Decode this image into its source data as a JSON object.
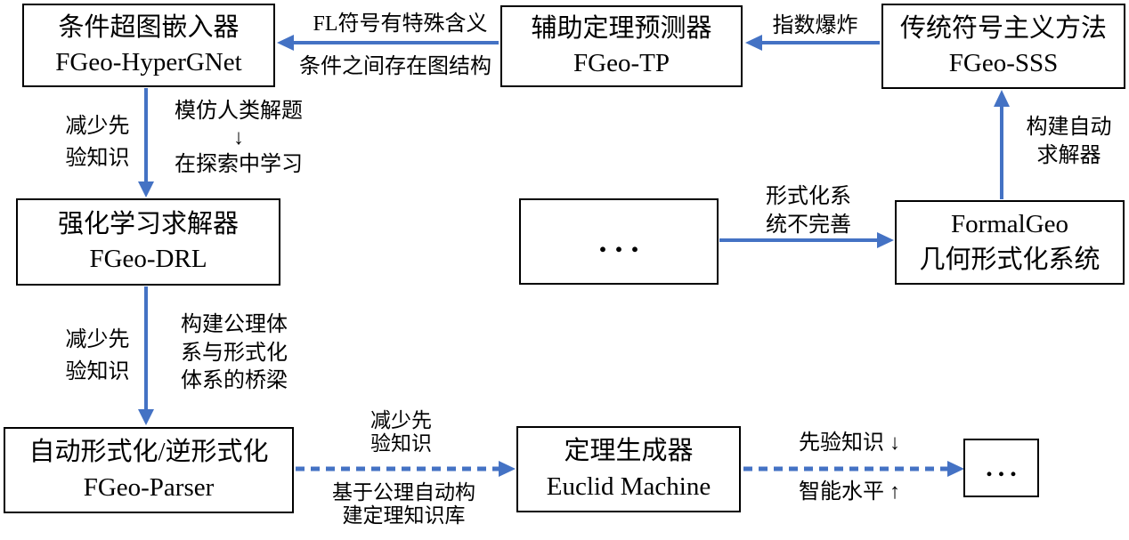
{
  "figure": {
    "accent_blue": "#4472C4",
    "box_border": "#000000"
  },
  "boxes": {
    "hypergnet": {
      "line1": "条件超图嵌入器",
      "line2": "FGeo-HyperGNet"
    },
    "tp": {
      "line1": "辅助定理预测器",
      "line2": "FGeo-TP"
    },
    "sss": {
      "line1": "传统符号主义方法",
      "line2": "FGeo-SSS"
    },
    "drl": {
      "line1": "强化学习求解器",
      "line2": "FGeo-DRL"
    },
    "mid_ellipsis": {
      "line1": "..."
    },
    "formalgeo": {
      "line1": "FormalGeo",
      "line2": "几何形式化系统"
    },
    "parser": {
      "line1": "自动形式化/逆形式化",
      "line2": "FGeo-Parser"
    },
    "euclid": {
      "line1": "定理生成器",
      "line2": "Euclid Machine"
    },
    "end_ellipsis": {
      "line1": "..."
    }
  },
  "labels": {
    "fl_semantics": "FL符号有特殊含义",
    "graph_structure": "条件之间存在图结构",
    "exponential_explosion": "指数爆炸",
    "reduce_prior_1": "减少先\n验知识",
    "imitate_human": "模仿人类解题\n↓\n在探索中学习",
    "build_auto_solver": "构建自动\n求解器",
    "formal_system_incomplete": "形式化系\n统不完善",
    "reduce_prior_2": "减少先\n验知识",
    "axiom_bridge": "构建公理体\n系与形式化\n体系的桥梁",
    "reduce_prior_3": "减少先\n验知识",
    "theorem_kb": "基于公理自动构\n建定理知识库",
    "prior_down": "先验知识 ↓",
    "intelligence_up": "智能水平 ↑"
  }
}
